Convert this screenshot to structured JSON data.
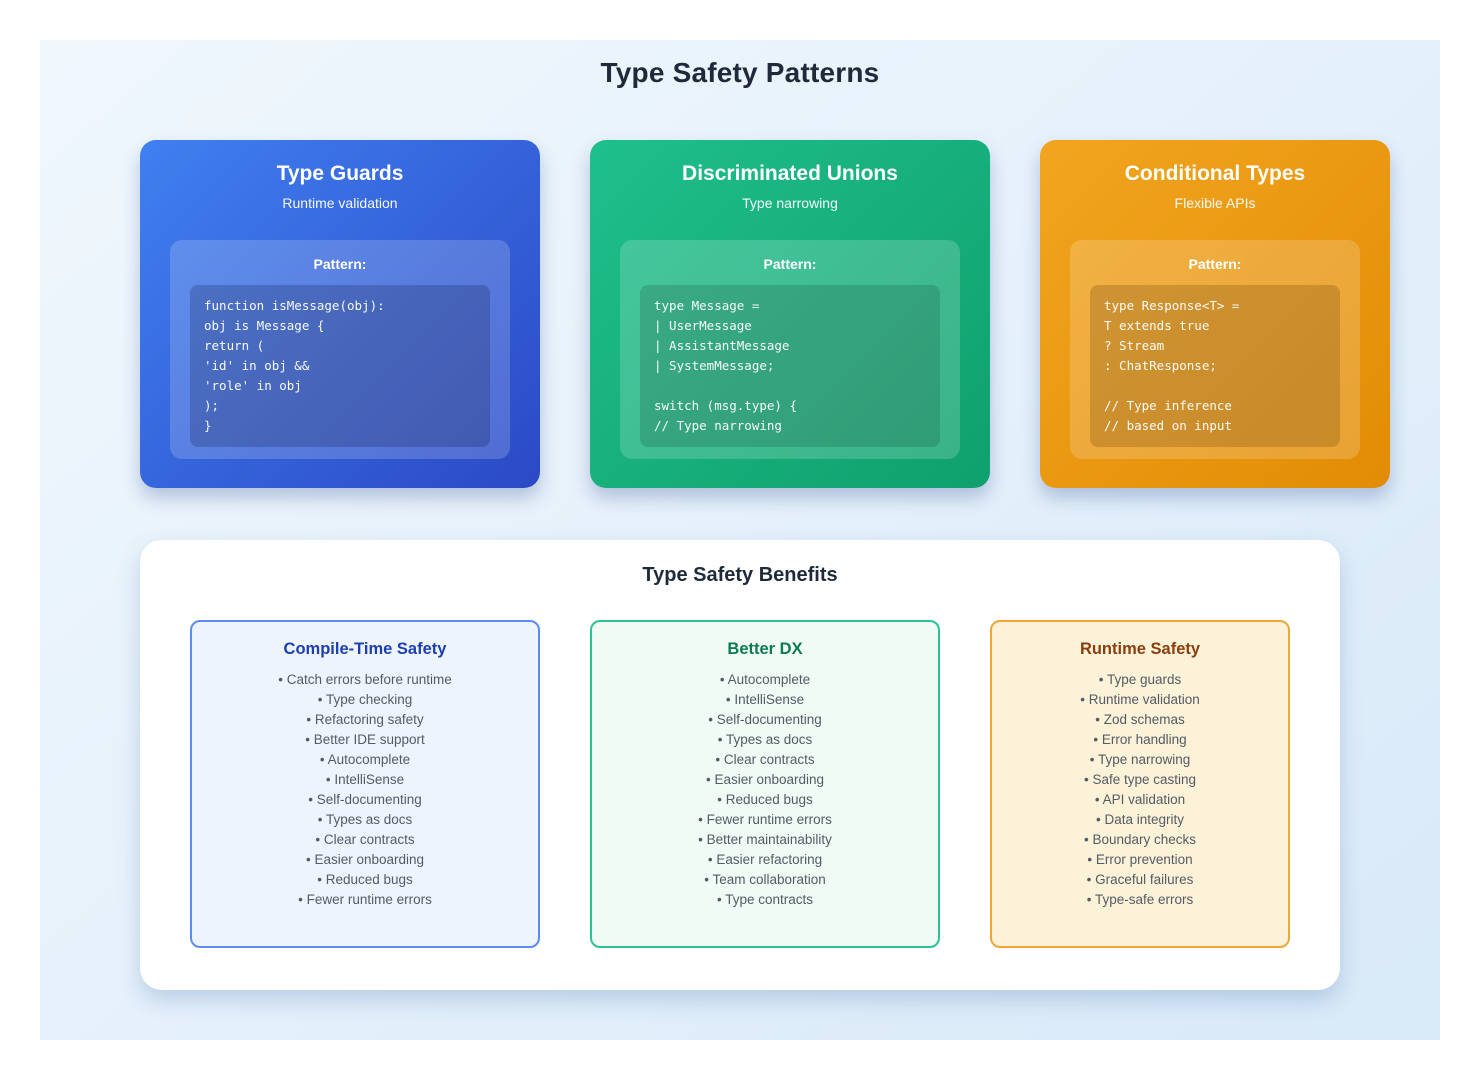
{
  "page_title": "Type Safety Patterns",
  "colors": {
    "panel_bg_start": "#f0f7fd",
    "panel_bg_end": "#d8e9f8",
    "blue_card_start": "#4080f0",
    "blue_card_end": "#2b49c5",
    "green_card_start": "#1fbf8b",
    "green_card_end": "#0fa06d",
    "orange_card_start": "#f2a51f",
    "orange_card_end": "#e28c05",
    "benefit_blue_heading": "#1d3fad",
    "benefit_blue_border": "#5b8cf0",
    "benefit_blue_bg": "#eef4fe",
    "benefit_green_heading": "#0c7a55",
    "benefit_green_border": "#2bc48e",
    "benefit_green_bg": "#effbf4",
    "benefit_orange_heading": "#8a3e0f",
    "benefit_orange_border": "#f0a637",
    "benefit_orange_bg": "#fbf2d7",
    "title_text": "#1e2a3a",
    "item_text": "#545b66"
  },
  "pattern_cards": [
    {
      "title": "Type Guards",
      "subtitle": "Runtime validation",
      "pattern_label": "Pattern:",
      "code_lines": [
        "function isMessage(obj):",
        "obj is Message {",
        "return (",
        "'id' in obj &&",
        "'role' in obj",
        ");",
        "}"
      ]
    },
    {
      "title": "Discriminated Unions",
      "subtitle": "Type narrowing",
      "pattern_label": "Pattern:",
      "code_lines": [
        "type Message =",
        "| UserMessage",
        "| AssistantMessage",
        "| SystemMessage;",
        "",
        "switch (msg.type) {",
        "// Type narrowing"
      ]
    },
    {
      "title": "Conditional Types",
      "subtitle": "Flexible APIs",
      "pattern_label": "Pattern:",
      "code_lines": [
        "type Response<T> =",
        "T extends true",
        "? Stream",
        ": ChatResponse;",
        "",
        "// Type inference",
        "// based on input"
      ]
    }
  ],
  "benefits": {
    "title": "Type Safety Benefits",
    "boxes": [
      {
        "title": "Compile-Time Safety",
        "items": [
          "Catch errors before runtime",
          "Type checking",
          "Refactoring safety",
          "Better IDE support",
          "Autocomplete",
          "IntelliSense",
          "Self-documenting",
          "Types as docs",
          "Clear contracts",
          "Easier onboarding",
          "Reduced bugs",
          "Fewer runtime errors"
        ]
      },
      {
        "title": "Better DX",
        "items": [
          "Autocomplete",
          "IntelliSense",
          "Self-documenting",
          "Types as docs",
          "Clear contracts",
          "Easier onboarding",
          "Reduced bugs",
          "Fewer runtime errors",
          "Better maintainability",
          "Easier refactoring",
          "Team collaboration",
          "Type contracts"
        ]
      },
      {
        "title": "Runtime Safety",
        "items": [
          "Type guards",
          "Runtime validation",
          "Zod schemas",
          "Error handling",
          "Type narrowing",
          "Safe type casting",
          "API validation",
          "Data integrity",
          "Boundary checks",
          "Error prevention",
          "Graceful failures",
          "Type-safe errors"
        ]
      }
    ]
  }
}
